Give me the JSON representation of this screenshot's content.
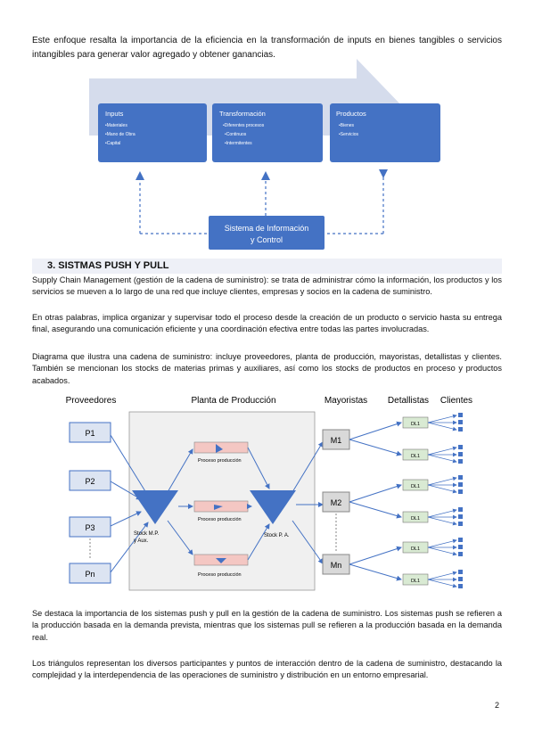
{
  "intro_text": "Este enfoque resalta la importancia de la eficiencia en la transformación de inputs en bienes tangibles o servicios intangibles para generar valor agregado y obtener ganancias.",
  "process_diagram": {
    "boxes": [
      {
        "title": "Inputs",
        "items": [
          "•Materiales",
          "•Mano de Obra",
          "•Capital"
        ]
      },
      {
        "title": "Transformación",
        "items": [
          "•Diferentes procesos",
          "•Continuos",
          "•Intermitentes"
        ]
      },
      {
        "title": "Productos",
        "items": [
          "•Bienes",
          "•Servicios"
        ]
      }
    ],
    "system_box": [
      "Sistema de Información",
      "y Control"
    ]
  },
  "section_heading": "3.  SISTMAS PUSH Y PULL",
  "paragraphs": {
    "p1": "Supply Chain Management (gestión de la cadena de suministro): se trata de administrar cómo la información, los productos y los servicios se mueven a lo largo de una red que incluye clientes, empresas y socios en la cadena de suministro.",
    "p2": "En otras palabras, implica organizar y supervisar todo el proceso desde la creación de un producto o servicio hasta su entrega final, asegurando una comunicación eficiente y una coordinación efectiva entre todas las partes involucradas.",
    "p3": "Diagrama que ilustra una cadena de suministro: incluye proveedores, planta de producción, mayoristas, detallistas y clientes. También se mencionan los stocks de materias primas y auxiliares, así como los stocks de productos en proceso y productos acabados.",
    "p4": "Se destaca la importancia de los sistemas push y pull en la gestión de la cadena de suministro. Los sistemas push se refieren a la producción basada en la demanda prevista, mientras que los sistemas pull se refieren a la producción basada en la demanda real.",
    "p5": "Los triángulos representan los diversos participantes y puntos de interacción dentro de la cadena de suministro, destacando la complejidad y la interdependencia de las operaciones de suministro y distribución en un entorno empresarial."
  },
  "supply_diagram": {
    "headers": {
      "suppliers": "Proveedores",
      "plant": "Planta de Producción",
      "wholesalers": "Mayoristas",
      "retailers": "Detallistas",
      "clients": "Clientes"
    },
    "suppliers": [
      "P1",
      "P2",
      "P3",
      "Pn"
    ],
    "processes": [
      "Proceso producción",
      "Proceso producción",
      "Proceso producción"
    ],
    "stock_mp": [
      "Stock M.P.",
      "y Aux."
    ],
    "stock_pa": "Stock P. A.",
    "wholesalers": [
      "M1",
      "M2",
      "Mn"
    ],
    "retailer_label": "DL1"
  },
  "page_number": "2"
}
